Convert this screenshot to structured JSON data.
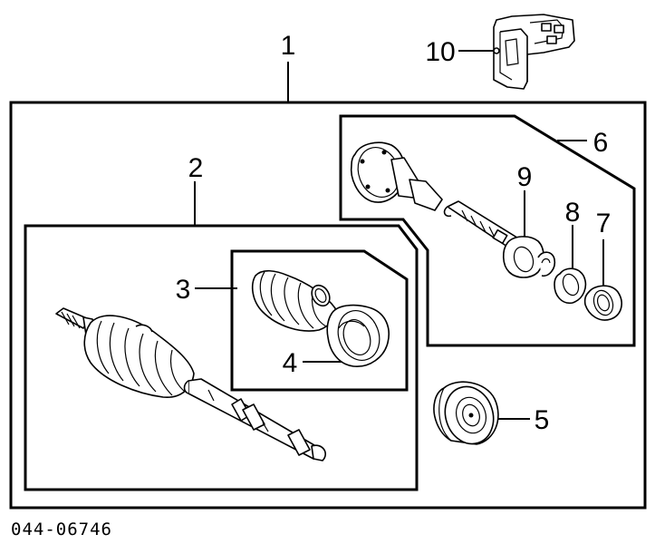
{
  "diagram": {
    "part_number": "044-06746",
    "callouts": [
      {
        "id": "1",
        "label": "1"
      },
      {
        "id": "2",
        "label": "2"
      },
      {
        "id": "3",
        "label": "3"
      },
      {
        "id": "4",
        "label": "4"
      },
      {
        "id": "5",
        "label": "5"
      },
      {
        "id": "6",
        "label": "6"
      },
      {
        "id": "7",
        "label": "7"
      },
      {
        "id": "8",
        "label": "8"
      },
      {
        "id": "9",
        "label": "9"
      },
      {
        "id": "10",
        "label": "10"
      }
    ]
  },
  "colors": {
    "line": "#000000",
    "background": "#ffffff"
  }
}
